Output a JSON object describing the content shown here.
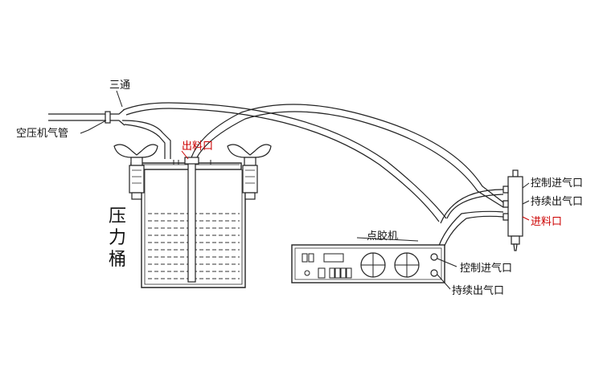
{
  "labels": {
    "tee": "三通",
    "air_pipe": "空压机气管",
    "outlet": "出料口",
    "tank": [
      "压",
      "力",
      "桶"
    ],
    "dispenser": "点胶机",
    "valve_control_in": "控制进气口",
    "valve_continuous_out": "持续出气口",
    "valve_material_in": "进料口",
    "machine_control_in": "控制进气口",
    "machine_continuous_out": "持续出气口"
  },
  "colors": {
    "line": "#222222",
    "red_label": "#cc0000",
    "red_leader": "#cc0000"
  }
}
